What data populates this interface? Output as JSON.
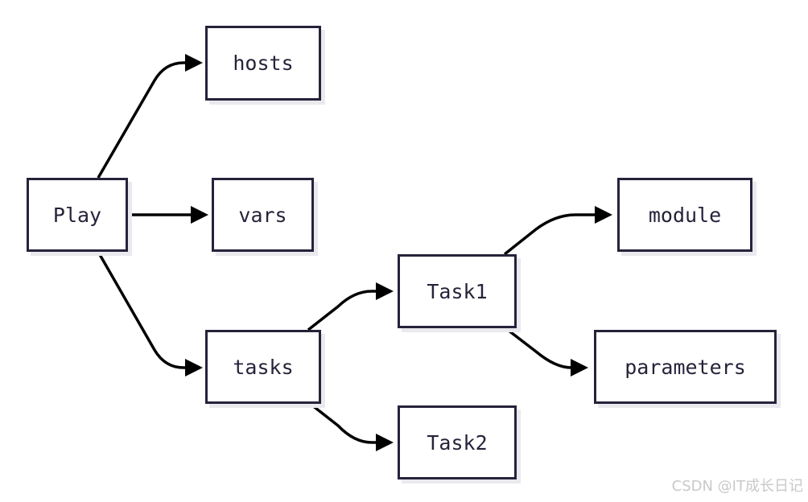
{
  "diagram": {
    "nodes": {
      "play": "Play",
      "hosts": "hosts",
      "vars": "vars",
      "tasks": "tasks",
      "task1": "Task1",
      "task2": "Task2",
      "module": "module",
      "parameters": "parameters"
    },
    "edges": [
      {
        "from": "Play",
        "to": "hosts"
      },
      {
        "from": "Play",
        "to": "vars"
      },
      {
        "from": "Play",
        "to": "tasks"
      },
      {
        "from": "tasks",
        "to": "Task1"
      },
      {
        "from": "tasks",
        "to": "Task2"
      },
      {
        "from": "Task1",
        "to": "module"
      },
      {
        "from": "Task1",
        "to": "parameters"
      }
    ],
    "colors": {
      "stroke": "#25233a",
      "shadow": "#e9e9ee",
      "edge": "#000000"
    }
  },
  "watermark": "CSDN @IT成长日记"
}
